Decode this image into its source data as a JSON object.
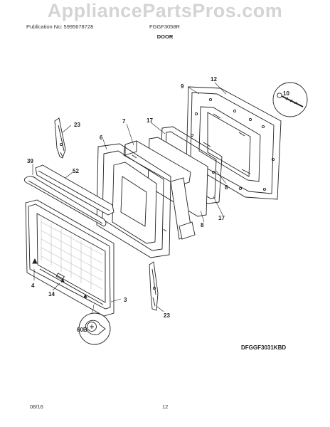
{
  "watermark": "AppliancePartsPros.com",
  "header": {
    "publication": "Publication No: 5995678728",
    "model": "FGGF3058R",
    "section_title": "DOOR"
  },
  "callouts": {
    "c12": "12",
    "c9": "9",
    "c10": "10",
    "c17a": "17",
    "c7": "7",
    "c6": "6",
    "c23a": "23",
    "c39": "39",
    "c52": "52",
    "c8a": "8",
    "c8b": "8",
    "c17b": "17",
    "c4": "4",
    "c14": "14",
    "c3": "3",
    "c23b": "23",
    "c60b": "60B"
  },
  "diagram_code": "DFGGF3031KBD",
  "footer": {
    "date": "08/16",
    "page": "12"
  }
}
